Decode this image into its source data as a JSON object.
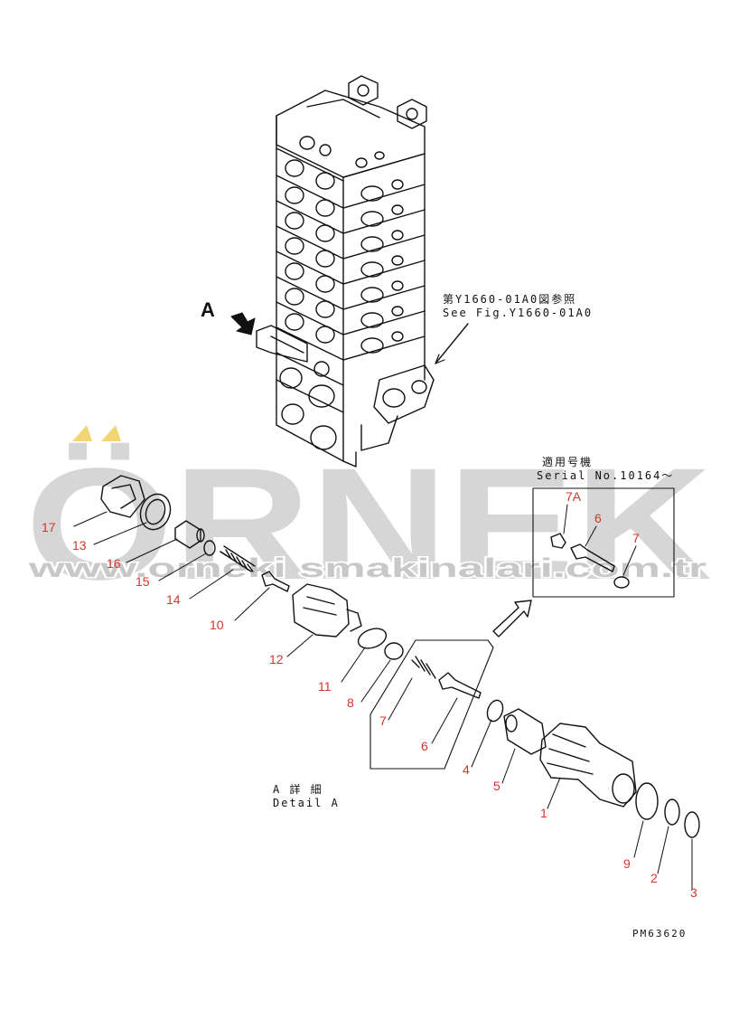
{
  "watermark": {
    "brand": "ÖRNEK",
    "url": "www.orneki smakinalari.com.tr",
    "color": "#d0d0d0",
    "accent": "#f2d574"
  },
  "view_label": "A",
  "reference_note": {
    "jp": "第Y1660-01A0図参照",
    "en": "See Fig.Y1660-01A0"
  },
  "serial_note": {
    "jp": "適用号機",
    "en": "Serial No.10164～"
  },
  "detail_note": {
    "jp": "A 詳 細",
    "en": "Detail A"
  },
  "drawing_code": "PM63620",
  "part_labels": {
    "p17": "17",
    "p13": "13",
    "p16": "16",
    "p15": "15",
    "p14": "14",
    "p10": "10",
    "p12": "12",
    "p11": "11",
    "p8": "8",
    "p7": "7",
    "p6": "6",
    "p4": "4",
    "p5": "5",
    "p1": "1",
    "p9": "9",
    "p2": "2",
    "p3": "3",
    "s7A": "7A",
    "s6": "6",
    "s7": "7"
  },
  "label_color": "#d9342b"
}
